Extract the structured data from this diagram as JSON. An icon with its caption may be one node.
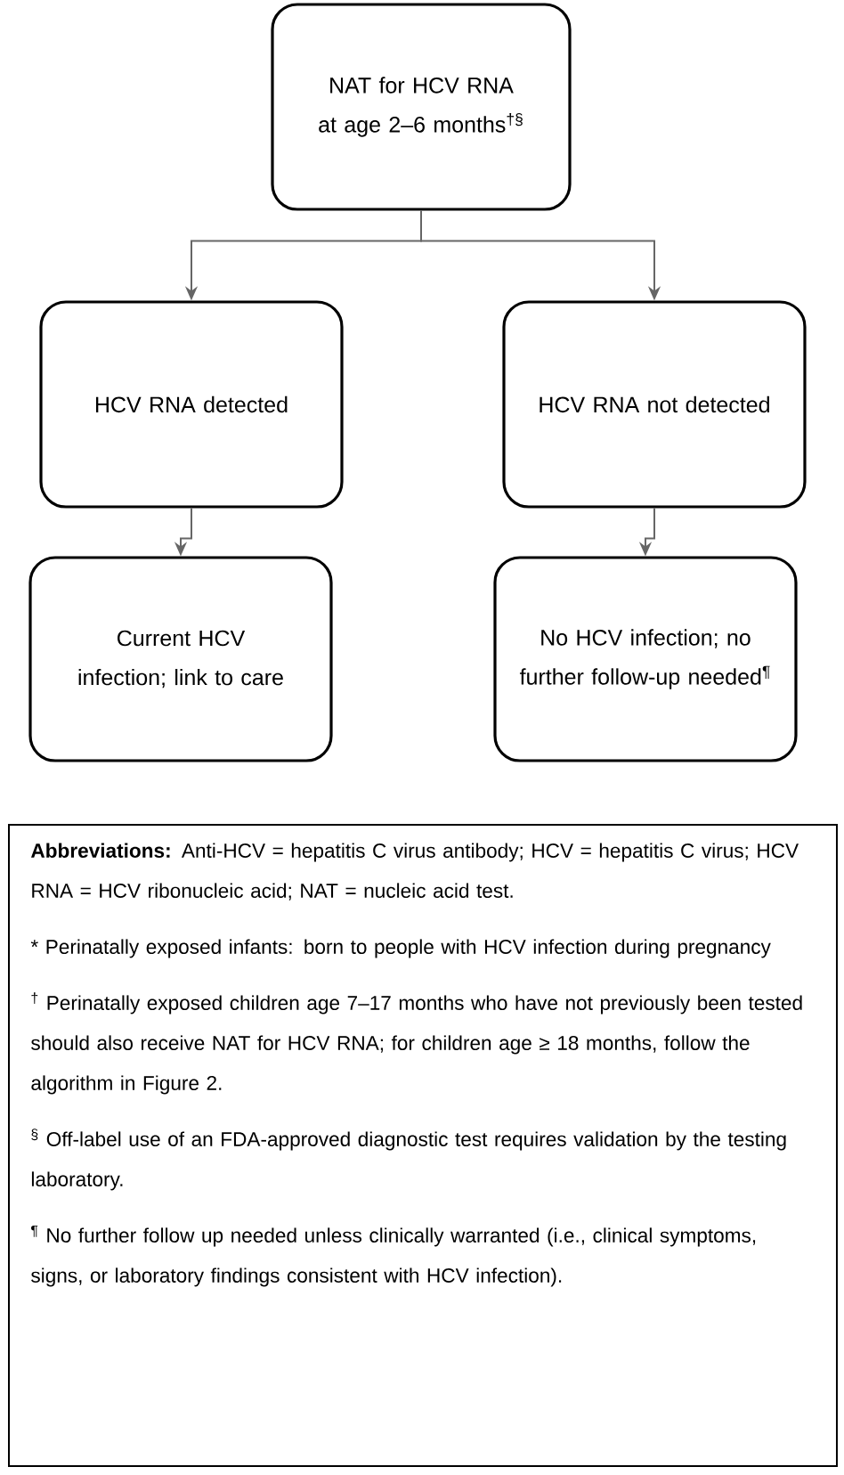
{
  "diagram": {
    "nodes": [
      {
        "text": [
          "NAT for HCV RNA at age 2–6 months$^{†§}$"
        ]
      },
      {
        "text": [
          "HCV RNA detected"
        ]
      },
      {
        "text": [
          "HCV RNA not detected"
        ]
      },
      {
        "text": [
          "Current HCV infection; link to care"
        ]
      },
      {
        "text": [
          "No HCV infection; no further follow-up needed$^{¶}$"
        ]
      },
      {
        "text": [
          "**Abbreviations:** Anti-HCV = hepatitis C virus antibody; HCV = hepatitis C virus; HCV RNA = HCV ribonucleic acid; NAT = nucleic acid test.",
          "* Perinatally exposed infants: born to people with HCV infection during pregnancy",
          "$^{†}$ Perinatally exposed children age 7–17 months who have not previously been tested should also receive NAT for HCV RNA; for children age ≥ 18 months, follow the algorithm in Figure 2.",
          "$^{§}$ Off-label use of an FDA-approved diagnostic test requires validation by the testing laboratory.",
          "$^{¶}$ No further follow up needed unless clinically warranted (i.e., clinical symptoms, signs, or laboratory findings consistent with HCV infection)."
        ]
      }
    ],
    "edges": [
      {
        "from": 0,
        "to": 1,
        "arrow": "to"
      },
      {
        "from": 0,
        "to": 2,
        "arrow": "to"
      },
      {
        "from": 1,
        "to": 3,
        "arrow": "to"
      },
      {
        "from": 2,
        "to": 4,
        "arrow": "to"
      }
    ]
  }
}
